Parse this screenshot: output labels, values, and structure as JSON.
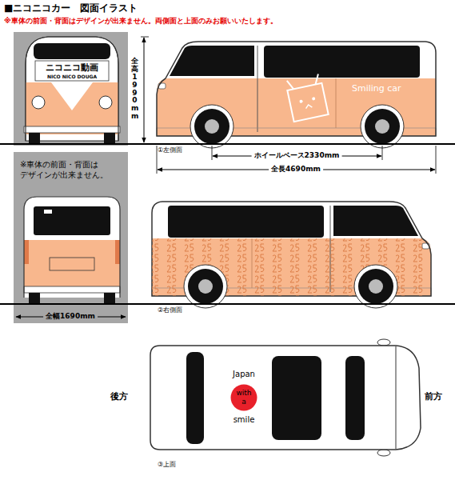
{
  "diagram": {
    "title": "■ニコニコカー　図面イラスト",
    "nodes": [
      {
        "text": [
          "※車体の前面・背面は デザインが出来ません。"
        ]
      },
      {
        "text": [
          "with a"
        ]
      }
    ],
    "labels": [
      "※車体の前面・背面はデザインが出来ません。両側面と上面のみお願いいたします。",
      "ニコニコ動画",
      "NICO NICO DOUGA",
      "全高1990mm",
      "Smiling car",
      "①左側面",
      "ホイールベース2330mm",
      "全長4690mm",
      "全幅1690mm",
      "②右側面",
      "後方",
      "前方",
      "Japan",
      "smile",
      "③上面"
    ]
  }
}
